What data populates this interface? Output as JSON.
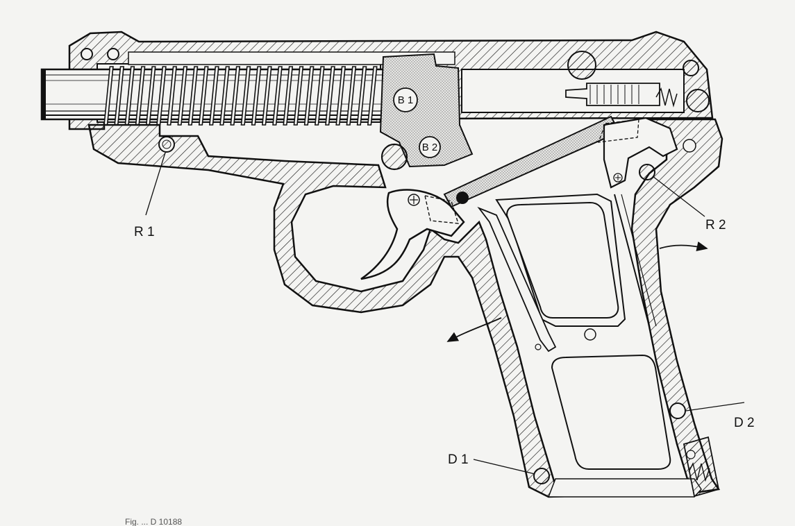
{
  "diagram": {
    "colors": {
      "ink": "#111111",
      "paper": "#f4f4f2",
      "hatch": "#1a1a1a",
      "stipple": "#9a9a9a"
    },
    "part_labels": {
      "b1": "B 1",
      "b2": "B 2"
    },
    "callouts": {
      "r1": "R 1",
      "r2": "R 2",
      "d1": "D 1",
      "d2": "D 2"
    },
    "footer_text": "Fig. ... D 10188"
  }
}
